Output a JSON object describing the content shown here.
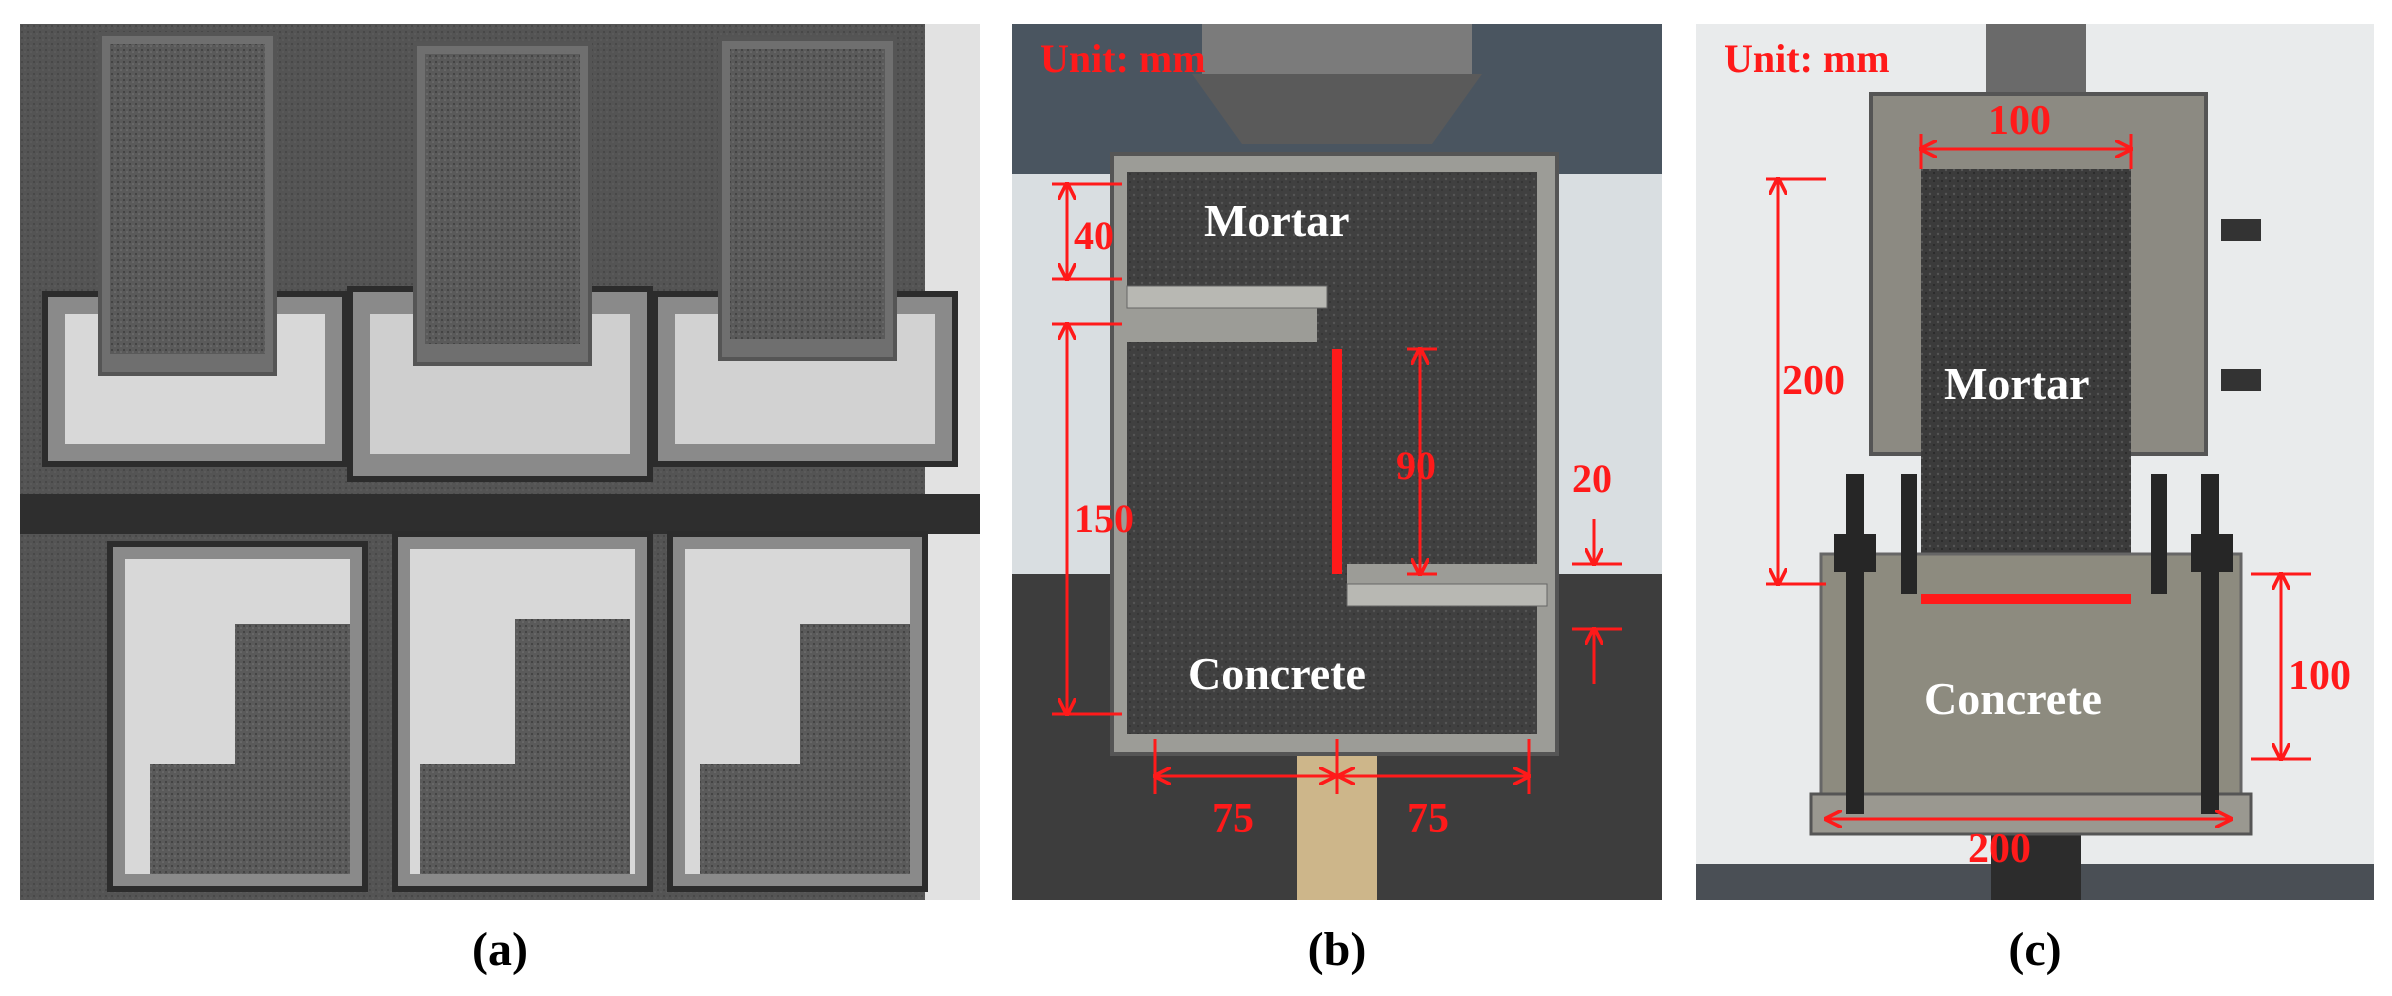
{
  "panels": [
    {
      "id": "a",
      "caption": "(a)"
    },
    {
      "id": "b",
      "caption": "(b)",
      "unit_label": "Unit: mm",
      "material_top": "Mortar",
      "material_bottom": "Concrete",
      "dimensions": {
        "top_thickness": "40",
        "height": "150",
        "interface_length": "90",
        "gap": "20",
        "half_width_left": "75",
        "half_width_right": "75"
      }
    },
    {
      "id": "c",
      "caption": "(c)",
      "unit_label": "Unit: mm",
      "material_top": "Mortar",
      "material_bottom": "Concrete",
      "dimensions": {
        "mortar_width": "100",
        "mortar_height": "200",
        "concrete_height": "100",
        "concrete_width": "200"
      }
    }
  ],
  "colors": {
    "annotation_red": "#ff1a1a",
    "mortar_dark": "#3f3f3d",
    "concrete": "#8d8b7f",
    "steel_frame": "#9c9c97"
  }
}
